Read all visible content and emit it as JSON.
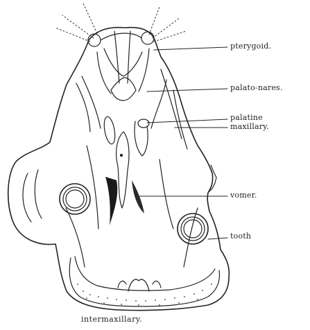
{
  "labels": {
    "pterygoid": "pterygoid.",
    "palato_nares": "palato-nares.",
    "palatine": "palatine",
    "maxillary": "maxillary.",
    "vomer": "vomer.",
    "tooth": "tooth",
    "intermaxillary": "intermaxillary."
  }
}
